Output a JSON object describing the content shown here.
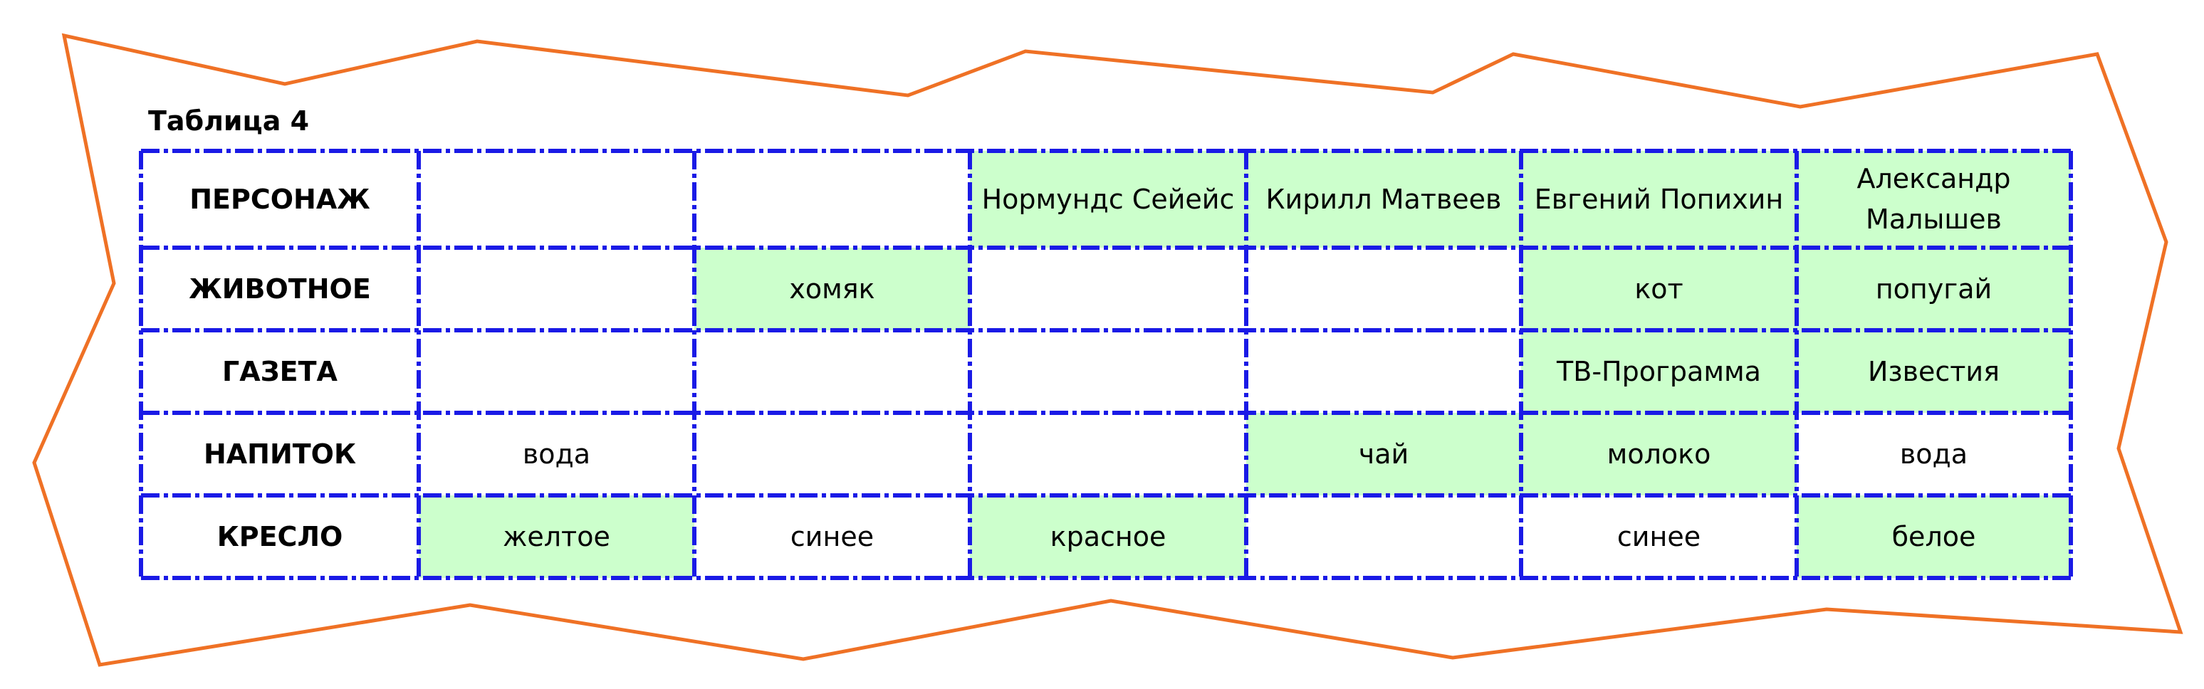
{
  "table_title": "Таблица 4",
  "colors": {
    "frame": "#ef7125",
    "grid_line": "#1a1ae6",
    "highlight": "#ccffcc",
    "background": "#ffffff"
  },
  "rows": [
    {
      "header": "ПЕРСОНАЖ",
      "cells": [
        {
          "text": "",
          "highlight": false
        },
        {
          "text": "",
          "highlight": false
        },
        {
          "text": "Нормундс Сейейс",
          "highlight": true
        },
        {
          "text": "Кирилл Матвеев",
          "highlight": true
        },
        {
          "text": "Евгений Попихин",
          "highlight": true
        },
        {
          "text": "Александр Малышев",
          "highlight": true
        }
      ]
    },
    {
      "header": "ЖИВОТНОЕ",
      "cells": [
        {
          "text": "",
          "highlight": false
        },
        {
          "text": "хомяк",
          "highlight": true
        },
        {
          "text": "",
          "highlight": false
        },
        {
          "text": "",
          "highlight": false
        },
        {
          "text": "кот",
          "highlight": true
        },
        {
          "text": "попугай",
          "highlight": true
        }
      ]
    },
    {
      "header": "ГАЗЕТА",
      "cells": [
        {
          "text": "",
          "highlight": false
        },
        {
          "text": "",
          "highlight": false
        },
        {
          "text": "",
          "highlight": false
        },
        {
          "text": "",
          "highlight": false
        },
        {
          "text": "ТВ-Программа",
          "highlight": true
        },
        {
          "text": "Известия",
          "highlight": true
        }
      ]
    },
    {
      "header": "НАПИТОК",
      "cells": [
        {
          "text": "вода",
          "highlight": false
        },
        {
          "text": "",
          "highlight": false
        },
        {
          "text": "",
          "highlight": false
        },
        {
          "text": "чай",
          "highlight": true
        },
        {
          "text": "молоко",
          "highlight": true
        },
        {
          "text": "вода",
          "highlight": false
        }
      ]
    },
    {
      "header": "КРЕСЛО",
      "cells": [
        {
          "text": "желтое",
          "highlight": true
        },
        {
          "text": "синее",
          "highlight": false
        },
        {
          "text": "красное",
          "highlight": true
        },
        {
          "text": "",
          "highlight": false
        },
        {
          "text": "синее",
          "highlight": false
        },
        {
          "text": "белое",
          "highlight": true
        }
      ]
    }
  ]
}
